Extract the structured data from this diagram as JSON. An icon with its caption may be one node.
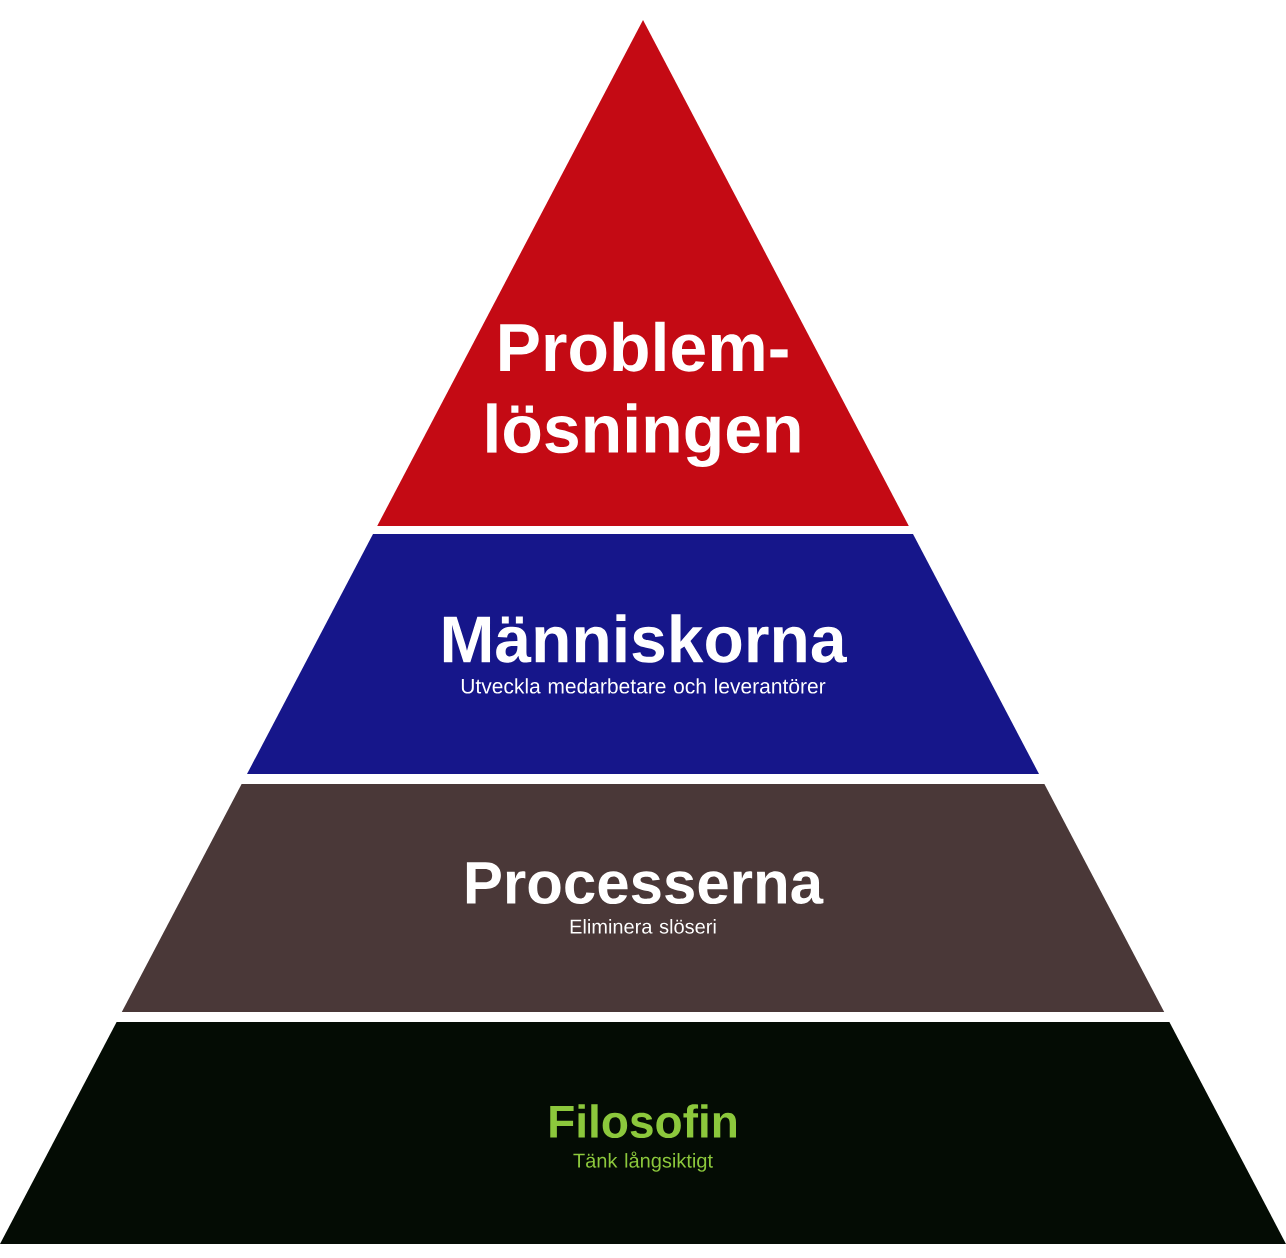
{
  "diagram": {
    "nodes": [
      {
        "text": [
          "Problem- lösningen"
        ]
      },
      {
        "text": [
          "Människorna",
          "Utveckla medarbetare och leverantörer"
        ]
      },
      {
        "text": [
          "Processerna",
          "Eliminera slöseri"
        ]
      },
      {
        "text": [
          "Filosofin",
          "Tänk långsiktigt"
        ]
      }
    ]
  }
}
